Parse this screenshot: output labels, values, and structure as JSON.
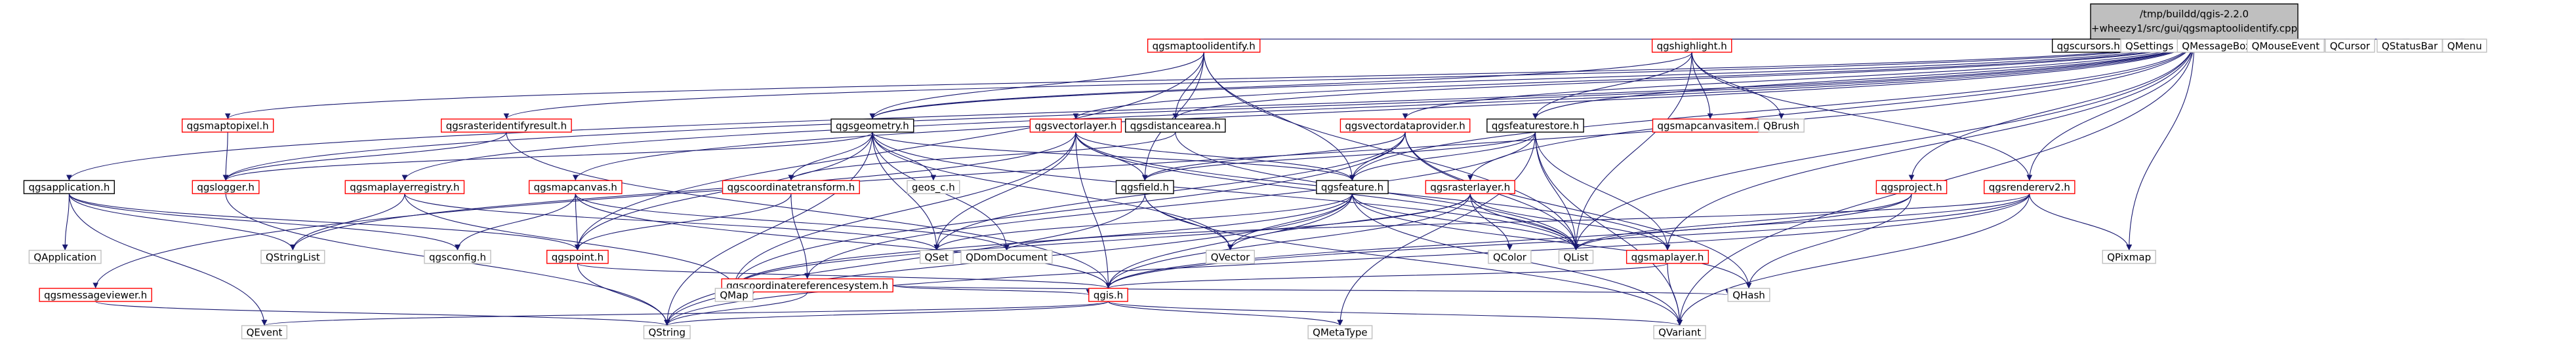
{
  "root": {
    "label_lines": [
      "/tmp/buildd/qgis-2.2.0",
      "+wheezy1/src/gui/qgsmaptoolidentify.cpp"
    ]
  },
  "colors": {
    "edge": "#191970",
    "border_red": "#ff0000",
    "border_black": "#000000",
    "border_gray": "#bfbfbf",
    "root_fill": "#bfbfbf",
    "text": "#000000"
  },
  "nodes": [
    {
      "id": "qgsmaptoolidentify_h",
      "label": "qgsmaptoolidentify.h",
      "style": "red"
    },
    {
      "id": "qgshighlight_h",
      "label": "qgshighlight.h",
      "style": "red"
    },
    {
      "id": "qgscursors_h",
      "label": "qgscursors.h",
      "style": "black"
    },
    {
      "id": "QSettings",
      "label": "QSettings",
      "style": "gray"
    },
    {
      "id": "QMessageBox",
      "label": "QMessageBox",
      "style": "gray"
    },
    {
      "id": "QMouseEvent",
      "label": "QMouseEvent",
      "style": "gray"
    },
    {
      "id": "QCursor",
      "label": "QCursor",
      "style": "gray"
    },
    {
      "id": "QStatusBar",
      "label": "QStatusBar",
      "style": "gray"
    },
    {
      "id": "QMenu",
      "label": "QMenu",
      "style": "gray"
    },
    {
      "id": "qgsmaptopixel_h",
      "label": "qgsmaptopixel.h",
      "style": "red"
    },
    {
      "id": "qgsrasteridentifyresult_h",
      "label": "qgsrasteridentifyresult.h",
      "style": "red"
    },
    {
      "id": "qgsgeometry_h",
      "label": "qgsgeometry.h",
      "style": "black"
    },
    {
      "id": "qgsvectorlayer_h",
      "label": "qgsvectorlayer.h",
      "style": "red"
    },
    {
      "id": "qgsdistancearea_h",
      "label": "qgsdistancearea.h",
      "style": "black"
    },
    {
      "id": "qgsvectordataprovider_h",
      "label": "qgsvectordataprovider.h",
      "style": "red"
    },
    {
      "id": "qgsfeaturestore_h",
      "label": "qgsfeaturestore.h",
      "style": "black"
    },
    {
      "id": "qgsmapcanvasitem_h",
      "label": "qgsmapcanvasitem.h",
      "style": "red"
    },
    {
      "id": "QBrush",
      "label": "QBrush",
      "style": "gray"
    },
    {
      "id": "qgsapplication_h",
      "label": "qgsapplication.h",
      "style": "black"
    },
    {
      "id": "qgsmaplayerregistry_h",
      "label": "qgsmaplayerregistry.h",
      "style": "red"
    },
    {
      "id": "qgsmapcanvas_h",
      "label": "qgsmapcanvas.h",
      "style": "red"
    },
    {
      "id": "qgslogger_h",
      "label": "qgslogger.h",
      "style": "red"
    },
    {
      "id": "qgscoordinatetransform_h",
      "label": "qgscoordinatetransform.h",
      "style": "red"
    },
    {
      "id": "geos_c_h",
      "label": "geos_c.h",
      "style": "gray"
    },
    {
      "id": "qgsfield_h",
      "label": "qgsfield.h",
      "style": "black"
    },
    {
      "id": "qgsfeature_h",
      "label": "qgsfeature.h",
      "style": "black"
    },
    {
      "id": "qgsrasterlayer_h",
      "label": "qgsrasterlayer.h",
      "style": "red"
    },
    {
      "id": "qgsproject_h",
      "label": "qgsproject.h",
      "style": "red"
    },
    {
      "id": "qgsrendererv2_h",
      "label": "qgsrendererv2.h",
      "style": "red"
    },
    {
      "id": "QApplication",
      "label": "QApplication",
      "style": "gray"
    },
    {
      "id": "QStringList",
      "label": "QStringList",
      "style": "gray"
    },
    {
      "id": "qgsconfig_h",
      "label": "qgsconfig.h",
      "style": "gray"
    },
    {
      "id": "qgspoint_h",
      "label": "qgspoint.h",
      "style": "red"
    },
    {
      "id": "QSet",
      "label": "QSet",
      "style": "gray"
    },
    {
      "id": "QDomDocument",
      "label": "QDomDocument",
      "style": "gray"
    },
    {
      "id": "qgscoordinatereferencesystem_h",
      "label": "qgscoordinatereferencesystem.h",
      "style": "red"
    },
    {
      "id": "QVector",
      "label": "QVector",
      "style": "gray"
    },
    {
      "id": "QColor",
      "label": "QColor",
      "style": "gray"
    },
    {
      "id": "QList",
      "label": "QList",
      "style": "gray"
    },
    {
      "id": "qgsmaplayer_h",
      "label": "qgsmaplayer.h",
      "style": "red"
    },
    {
      "id": "QPixmap",
      "label": "QPixmap",
      "style": "gray"
    },
    {
      "id": "qgsmessageviewer_h",
      "label": "qgsmessageviewer.h",
      "style": "red"
    },
    {
      "id": "QMap",
      "label": "QMap",
      "style": "gray"
    },
    {
      "id": "qgis_h",
      "label": "qgis.h",
      "style": "red"
    },
    {
      "id": "QHash",
      "label": "QHash",
      "style": "gray"
    },
    {
      "id": "QEvent",
      "label": "QEvent",
      "style": "gray"
    },
    {
      "id": "QString",
      "label": "QString",
      "style": "gray"
    },
    {
      "id": "QMetaType",
      "label": "QMetaType",
      "style": "gray"
    },
    {
      "id": "QVariant",
      "label": "QVariant",
      "style": "gray"
    }
  ],
  "edges": [
    [
      "root",
      "qgsmaptoolidentify_h"
    ],
    [
      "root",
      "qgshighlight_h"
    ],
    [
      "root",
      "qgscursors_h"
    ],
    [
      "root",
      "QSettings"
    ],
    [
      "root",
      "QMessageBox"
    ],
    [
      "root",
      "QMouseEvent"
    ],
    [
      "root",
      "QCursor"
    ],
    [
      "root",
      "QStatusBar"
    ],
    [
      "root",
      "QMenu"
    ],
    [
      "root",
      "qgsmaptopixel_h"
    ],
    [
      "root",
      "qgsrasteridentifyresult_h"
    ],
    [
      "root",
      "qgsgeometry_h"
    ],
    [
      "root",
      "qgsvectorlayer_h"
    ],
    [
      "root",
      "qgsdistancearea_h"
    ],
    [
      "root",
      "qgsvectordataprovider_h"
    ],
    [
      "root",
      "qgsfeaturestore_h"
    ],
    [
      "root",
      "qgsapplication_h"
    ],
    [
      "root",
      "qgsmaplayerregistry_h"
    ],
    [
      "root",
      "qgsmapcanvas_h"
    ],
    [
      "root",
      "qgsmessageviewer_h"
    ],
    [
      "root",
      "qgsfeature_h"
    ],
    [
      "root",
      "qgsrasterlayer_h"
    ],
    [
      "root",
      "qgsproject_h"
    ],
    [
      "root",
      "qgsrendererv2_h"
    ],
    [
      "root",
      "QPixmap"
    ],
    [
      "root",
      "QVariant"
    ],
    [
      "root",
      "qgsmaplayer_h"
    ],
    [
      "root",
      "QList"
    ],
    [
      "root",
      "qgslogger_h"
    ],
    [
      "qgsmaptoolidentify_h",
      "qgsgeometry_h"
    ],
    [
      "qgsmaptoolidentify_h",
      "qgsdistancearea_h"
    ],
    [
      "qgsmaptoolidentify_h",
      "qgsfield_h"
    ],
    [
      "qgsmaptoolidentify_h",
      "qgsfeature_h"
    ],
    [
      "qgsmaptoolidentify_h",
      "qgspoint_h"
    ],
    [
      "qgsmaptoolidentify_h",
      "QList"
    ],
    [
      "qgshighlight_h",
      "qgsmapcanvasitem_h"
    ],
    [
      "qgshighlight_h",
      "QBrush"
    ],
    [
      "qgshighlight_h",
      "qgsgeometry_h"
    ],
    [
      "qgshighlight_h",
      "qgsfeaturestore_h"
    ],
    [
      "qgshighlight_h",
      "qgsrendererv2_h"
    ],
    [
      "qgshighlight_h",
      "QList"
    ],
    [
      "qgsmaptopixel_h",
      "qgslogger_h"
    ],
    [
      "qgsrasteridentifyresult_h",
      "qgslogger_h"
    ],
    [
      "qgsrasteridentifyresult_h",
      "qgis_h"
    ],
    [
      "qgsgeometry_h",
      "qgslogger_h"
    ],
    [
      "qgsgeometry_h",
      "qgscoordinatetransform_h"
    ],
    [
      "qgsgeometry_h",
      "geos_c_h"
    ],
    [
      "qgsgeometry_h",
      "qgsfeature_h"
    ],
    [
      "qgsgeometry_h",
      "qgspoint_h"
    ],
    [
      "qgsgeometry_h",
      "QSet"
    ],
    [
      "qgsgeometry_h",
      "QVector"
    ],
    [
      "qgsgeometry_h",
      "QString"
    ],
    [
      "qgsgeometry_h",
      "QList"
    ],
    [
      "qgsgeometry_h",
      "QDomDocument"
    ],
    [
      "qgsvectorlayer_h",
      "qgsfield_h"
    ],
    [
      "qgsvectorlayer_h",
      "qgsfeature_h"
    ],
    [
      "qgsvectorlayer_h",
      "qgsmaplayer_h"
    ],
    [
      "qgsvectorlayer_h",
      "QMap"
    ],
    [
      "qgsvectorlayer_h",
      "QSet"
    ],
    [
      "qgsvectorlayer_h",
      "QList"
    ],
    [
      "qgsvectorlayer_h",
      "qgis_h"
    ],
    [
      "qgsvectorlayer_h",
      "QStringList"
    ],
    [
      "qgsdistancearea_h",
      "qgscoordinatetransform_h"
    ],
    [
      "qgsdistancearea_h",
      "QList"
    ],
    [
      "qgsvectordataprovider_h",
      "qgsfield_h"
    ],
    [
      "qgsvectordataprovider_h",
      "qgsfeature_h"
    ],
    [
      "qgsvectordataprovider_h",
      "QSet"
    ],
    [
      "qgsvectordataprovider_h",
      "QMap"
    ],
    [
      "qgsvectordataprovider_h",
      "QHash"
    ],
    [
      "qgsvectordataprovider_h",
      "QList"
    ],
    [
      "qgsfeaturestore_h",
      "qgsfield_h"
    ],
    [
      "qgsfeaturestore_h",
      "qgsfeature_h"
    ],
    [
      "qgsfeaturestore_h",
      "qgscoordinatereferencesystem_h"
    ],
    [
      "qgsfeaturestore_h",
      "qgsmaplayer_h"
    ],
    [
      "qgsfeaturestore_h",
      "QList"
    ],
    [
      "qgsfeaturestore_h",
      "QMetaType"
    ],
    [
      "qgsfeaturestore_h",
      "QVariant"
    ],
    [
      "qgsapplication_h",
      "QApplication"
    ],
    [
      "qgsapplication_h",
      "qgsconfig_h"
    ],
    [
      "qgsapplication_h",
      "QStringList"
    ],
    [
      "qgsapplication_h",
      "QEvent"
    ],
    [
      "qgsapplication_h",
      "qgspoint_h"
    ],
    [
      "qgsmaplayerregistry_h",
      "QMap"
    ],
    [
      "qgsmaplayerregistry_h",
      "QStringList"
    ],
    [
      "qgsmaplayerregistry_h",
      "QSet"
    ],
    [
      "qgsmapcanvas_h",
      "qgsconfig_h"
    ],
    [
      "qgsmapcanvas_h",
      "qgspoint_h"
    ],
    [
      "qgsmapcanvas_h",
      "QDomDocument"
    ],
    [
      "qgsmapcanvas_h",
      "qgis_h"
    ],
    [
      "qgslogger_h",
      "QString"
    ],
    [
      "qgscoordinatetransform_h",
      "qgspoint_h"
    ],
    [
      "qgscoordinatetransform_h",
      "qgscoordinatereferencesystem_h"
    ],
    [
      "qgsfield_h",
      "QString"
    ],
    [
      "qgsfield_h",
      "QVector"
    ],
    [
      "qgsfield_h",
      "QVariant"
    ],
    [
      "qgsfeature_h",
      "QMap"
    ],
    [
      "qgsfeature_h",
      "QString"
    ],
    [
      "qgsfeature_h",
      "QVariant"
    ],
    [
      "qgsfeature_h",
      "QList"
    ],
    [
      "qgsfeature_h",
      "QHash"
    ],
    [
      "qgsfeature_h",
      "QVector"
    ],
    [
      "qgsfeature_h",
      "QSet"
    ],
    [
      "qgsfeature_h",
      "qgis_h"
    ],
    [
      "qgsrasterlayer_h",
      "QColor"
    ],
    [
      "qgsrasterlayer_h",
      "QVector"
    ],
    [
      "qgsrasterlayer_h",
      "QList"
    ],
    [
      "qgsrasterlayer_h",
      "QMap"
    ],
    [
      "qgsrasterlayer_h",
      "qgsmaplayer_h"
    ],
    [
      "qgsrasterlayer_h",
      "qgis_h"
    ],
    [
      "qgsproject_h",
      "QList"
    ],
    [
      "qgsproject_h",
      "QHash"
    ],
    [
      "qgsproject_h",
      "qgis_h"
    ],
    [
      "qgsrendererv2_h",
      "QList"
    ],
    [
      "qgsrendererv2_h",
      "QPixmap"
    ],
    [
      "qgsrendererv2_h",
      "QVariant"
    ],
    [
      "qgsrendererv2_h",
      "QString"
    ],
    [
      "qgsrendererv2_h",
      "qgis_h"
    ],
    [
      "qgsrendererv2_h",
      "QDomDocument"
    ],
    [
      "qgspoint_h",
      "qgis_h"
    ],
    [
      "qgspoint_h",
      "QString"
    ],
    [
      "qgscoordinatereferencesystem_h",
      "QMap"
    ],
    [
      "qgscoordinatereferencesystem_h",
      "QHash"
    ],
    [
      "qgscoordinatereferencesystem_h",
      "qgis_h"
    ],
    [
      "qgscoordinatereferencesystem_h",
      "QString"
    ],
    [
      "qgsmaplayer_h",
      "qgis_h"
    ],
    [
      "qgsmaplayer_h",
      "QVariant"
    ],
    [
      "qgsmessageviewer_h",
      "QString"
    ],
    [
      "qgis_h",
      "QEvent"
    ],
    [
      "qgis_h",
      "QString"
    ],
    [
      "qgis_h",
      "QMetaType"
    ],
    [
      "qgis_h",
      "QVariant"
    ]
  ]
}
